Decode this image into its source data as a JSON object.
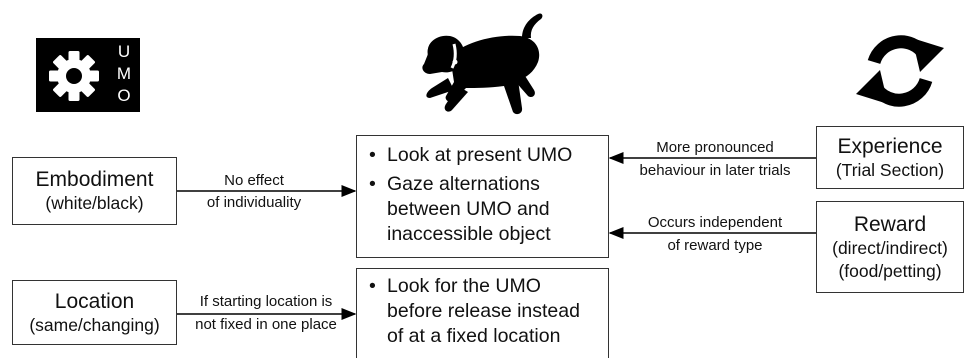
{
  "icons": {
    "umo": {
      "name": "gear-umo-icon",
      "letters": [
        "U",
        "M",
        "O"
      ]
    },
    "dog": {
      "name": "dog-icon"
    },
    "experience": {
      "name": "cycle-arrows-icon"
    }
  },
  "factors": {
    "embodiment": {
      "title": "Embodiment",
      "detail": "(white/black)"
    },
    "location": {
      "title": "Location",
      "detail": "(same/changing)"
    },
    "experience": {
      "title": "Experience",
      "detail": "(Trial Section)"
    },
    "reward": {
      "title": "Reward",
      "detail1": "(direct/indirect)",
      "detail2": "(food/petting)"
    }
  },
  "outcomes": {
    "top": [
      "Look at present UMO",
      "Gaze alternations between UMO and inaccessible object"
    ],
    "bottom": [
      "Look for the UMO before release instead of at a fixed location"
    ]
  },
  "arrows": {
    "embodiment": {
      "line1": "No effect",
      "line2": "of individuality"
    },
    "location": {
      "line1": "If starting location is",
      "line2": "not fixed in one place"
    },
    "experience": {
      "line1": "More pronounced",
      "line2": "behaviour in later trials"
    },
    "reward": {
      "line1": "Occurs independent",
      "line2": "of reward type"
    }
  },
  "colors": {
    "icon": "#000000",
    "border": "#333333",
    "text": "#111111"
  }
}
